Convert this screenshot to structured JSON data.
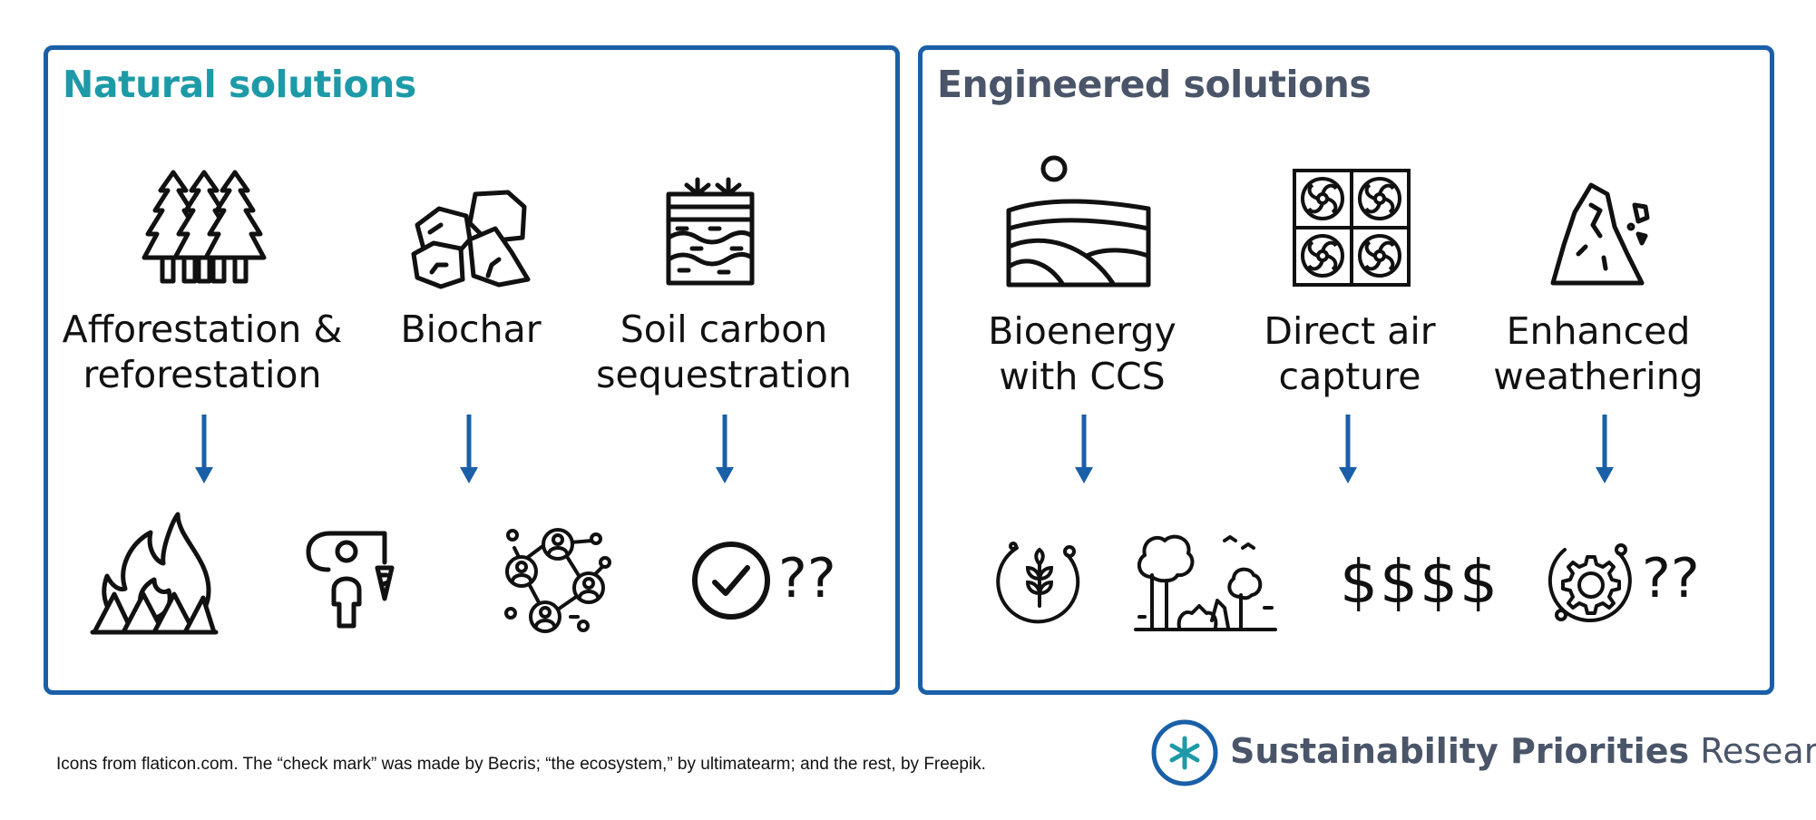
{
  "natural": {
    "title": "Natural solutions",
    "solutions": [
      {
        "line1": "Afforestation &",
        "line2": "reforestation",
        "icon": "forest-icon"
      },
      {
        "line1": "Biochar",
        "line2": "",
        "icon": "rocks-icon"
      },
      {
        "line1": "Soil carbon",
        "line2": "sequestration",
        "icon": "soil-layers-icon"
      }
    ],
    "risks": [
      "fire-icon",
      "person-carrot-icon",
      "network-people-icon",
      "check-mark-icon"
    ],
    "question_marks": "??"
  },
  "engineered": {
    "title": "Engineered solutions",
    "solutions": [
      {
        "line1": "Bioenergy",
        "line2": "with CCS",
        "icon": "fields-sun-icon"
      },
      {
        "line1": "Direct air",
        "line2": "capture",
        "icon": "fans-icon"
      },
      {
        "line1": "Enhanced",
        "line2": "weathering",
        "icon": "rock-crumbling-icon"
      }
    ],
    "risks": [
      "wheat-cycle-icon",
      "ecosystem-icon",
      "gear-cycle-icon"
    ],
    "dollars": "$$$$",
    "question_marks": "??"
  },
  "credit": "Icons from flaticon.com. The “check mark” was made by Becris; “the ecosystem,” by ultimatearm; and the rest, by Freepik.",
  "brand": {
    "bold": "Sustainability Priorities",
    "light": "Research",
    "icon": "asterisk-logo-icon"
  },
  "colors": {
    "border": "#1a5fa8",
    "natural_title": "#1d9aa8",
    "engineered_title": "#4a5569",
    "arrow": "#1a5fa8",
    "logo": "#1d9aa8"
  }
}
